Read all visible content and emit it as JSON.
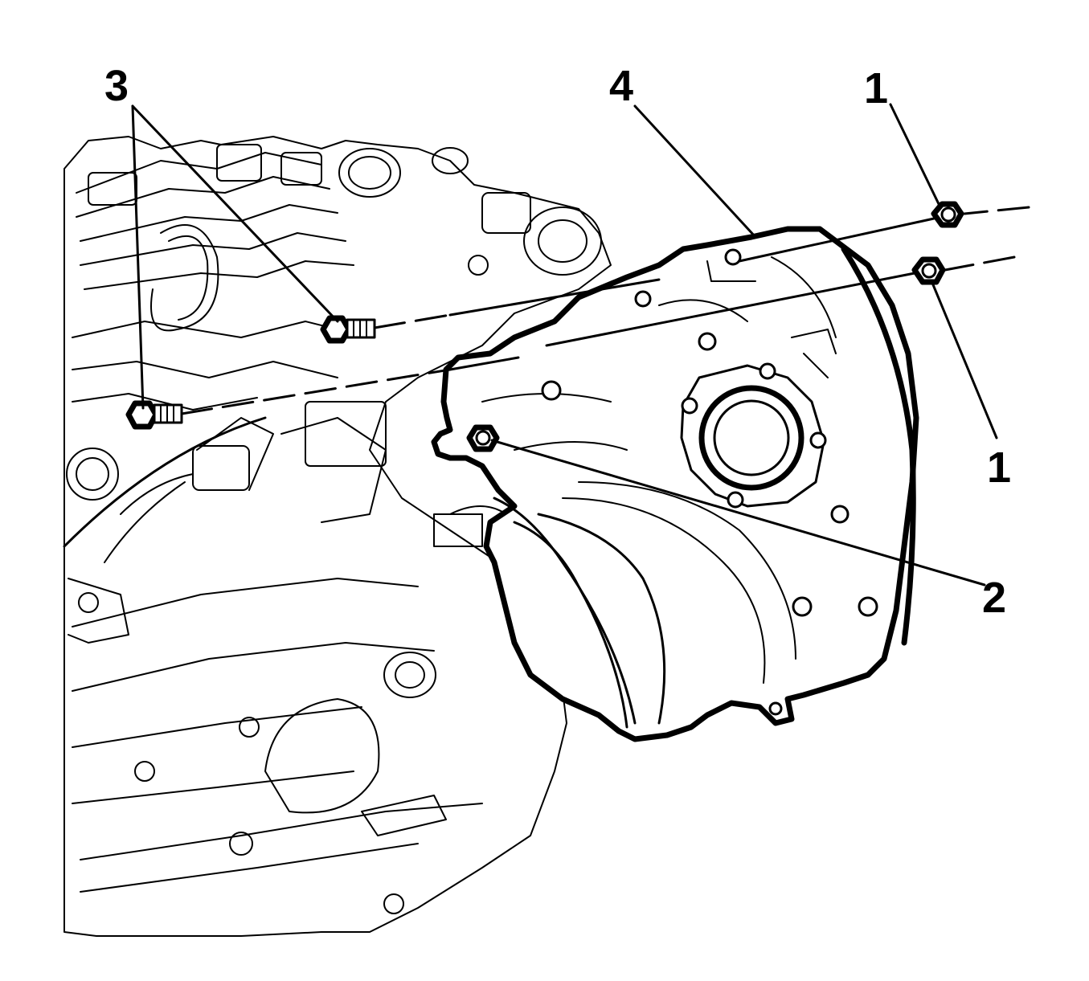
{
  "figure": {
    "colors": {
      "ink": "#000000",
      "paper": "#ffffff"
    },
    "callouts": [
      {
        "id": "callout-1-upper",
        "label": "1"
      },
      {
        "id": "callout-1-lower",
        "label": "1"
      },
      {
        "id": "callout-2",
        "label": "2"
      },
      {
        "id": "callout-3",
        "label": "3"
      },
      {
        "id": "callout-4",
        "label": "4"
      }
    ]
  }
}
